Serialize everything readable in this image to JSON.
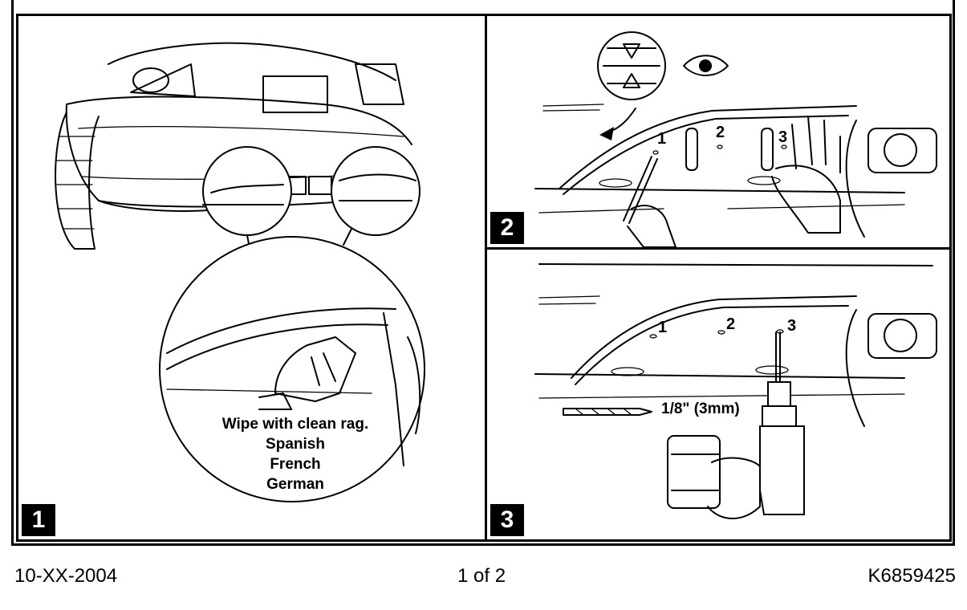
{
  "panels": [
    {
      "step": "1",
      "callout_lines": [
        "Wipe with clean rag.",
        "Spanish",
        "French",
        "German"
      ]
    },
    {
      "step": "2",
      "hole_labels": [
        "1",
        "2",
        "3"
      ]
    },
    {
      "step": "3",
      "hole_labels": [
        "1",
        "2",
        "3"
      ],
      "drill_bit_size": "1/8\" (3mm)"
    }
  ],
  "footer": {
    "date": "10-XX-2004",
    "page": "1 of 2",
    "part_number": "K6859425"
  }
}
